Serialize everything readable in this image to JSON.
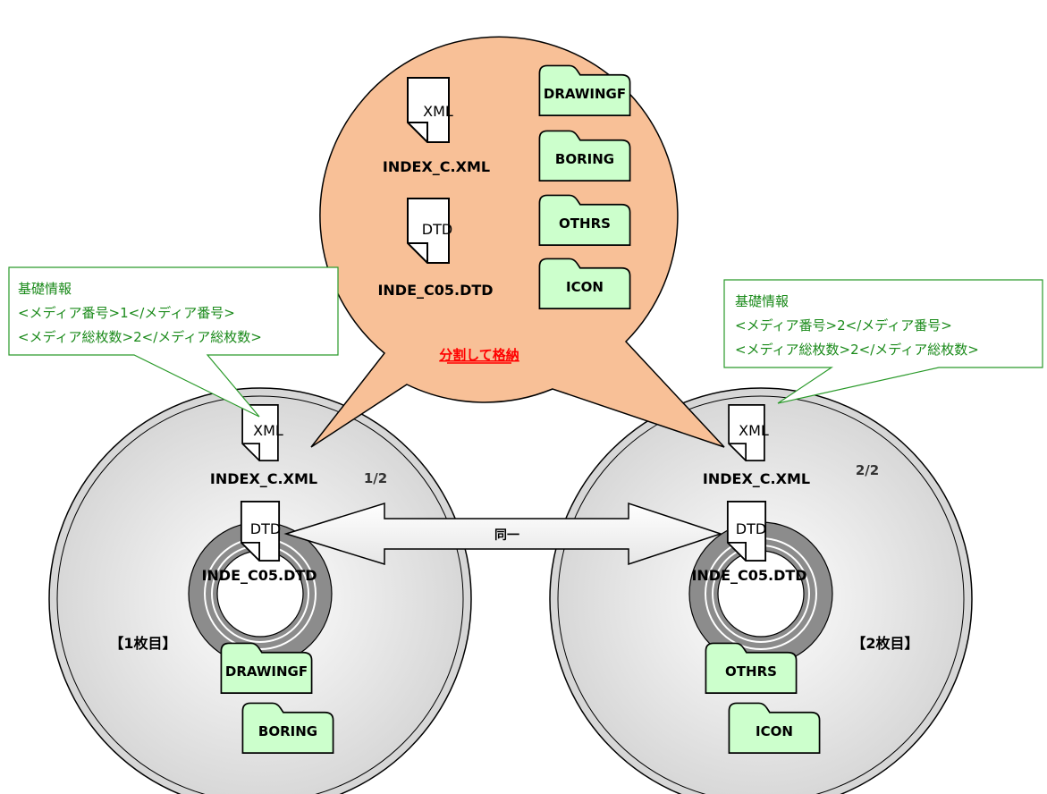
{
  "bubble": {
    "files": [
      {
        "icon": "XML",
        "label": "INDEX_C.XML"
      },
      {
        "icon": "DTD",
        "label": "INDE_C05.DTD"
      }
    ],
    "folders": [
      "DRAWINGF",
      "BORING",
      "OTHRS",
      "ICON"
    ],
    "caption": "分割して格納"
  },
  "disc1": {
    "info": [
      "基礎情報",
      "<メディア番号>1</メディア番号>",
      "<メディア総枚数>2</メディア総枚数>"
    ],
    "xml_icon": "XML",
    "xml_label": "INDEX_C.XML",
    "dtd_icon": "DTD",
    "dtd_label": "INDE_C05.DTD",
    "page": "1/2",
    "name": "【1枚目】",
    "folders": [
      "DRAWINGF",
      "BORING"
    ]
  },
  "disc2": {
    "info": [
      "基礎情報",
      "<メディア番号>2</メディア番号>",
      "<メディア総枚数>2</メディア総枚数>"
    ],
    "xml_icon": "XML",
    "xml_label": "INDEX_C.XML",
    "dtd_icon": "DTD",
    "dtd_label": "INDE_C05.DTD",
    "page": "2/2",
    "name": "【2枚目】",
    "folders": [
      "OTHRS",
      "ICON"
    ]
  },
  "arrow_label": "同一",
  "colors": {
    "bubble_fill": "#f8c097",
    "folder_fill": "#ccffcc",
    "callout_border": "#2a9a2a",
    "callout_text": "#1a8a1a",
    "caption_red": "#ff0000",
    "hub_gray": "#8c8c8c"
  }
}
